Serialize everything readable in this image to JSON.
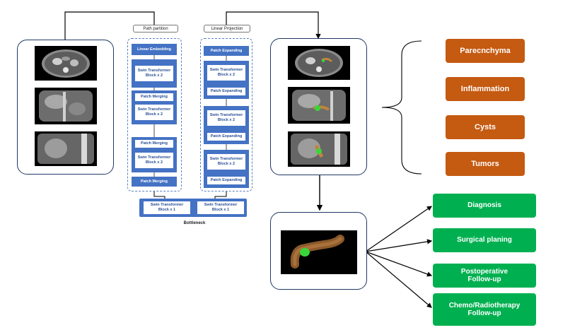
{
  "encoder": {
    "header": "Path partition",
    "blocks": [
      "Linear Embedding",
      "Swin Transformer\nBlock x 2",
      "Patch Merging",
      "Swin Transformer\nBlock x 2",
      "Patch Merging",
      "Swin Transformer\nBlock x 2",
      "Patch Merging"
    ]
  },
  "decoder": {
    "header": "Linear Projection",
    "blocks": [
      "Patch Expanding",
      "Swin Transformer\nBlock x 2",
      "Patch Expanding",
      "Swin Transformer\nBlock x 2",
      "Patch Expanding",
      "Swin Transformer\nBlock x 2",
      "Patch Expanding"
    ]
  },
  "bottleneck": {
    "label": "Bottleneck",
    "blocks": [
      "Swin Transformer\nBlock x 1",
      "Swin Transformer\nBlock x 1"
    ]
  },
  "segments": [
    "Parecnchyma",
    "Inflammation",
    "Cysts",
    "Tumors"
  ],
  "applications": [
    "Diagnosis",
    "Surgical planing",
    "Postoperative\nFollow-up",
    "Chemo/Radiotherapy\nFollow-up"
  ],
  "colors": {
    "encoder_blue": "#4472c4",
    "segment_orange": "#c55a11",
    "application_green": "#00b050",
    "panel_border": "#1f3864",
    "mask_green": "#39d639",
    "pancreas_brown": "#8b5a2b"
  }
}
